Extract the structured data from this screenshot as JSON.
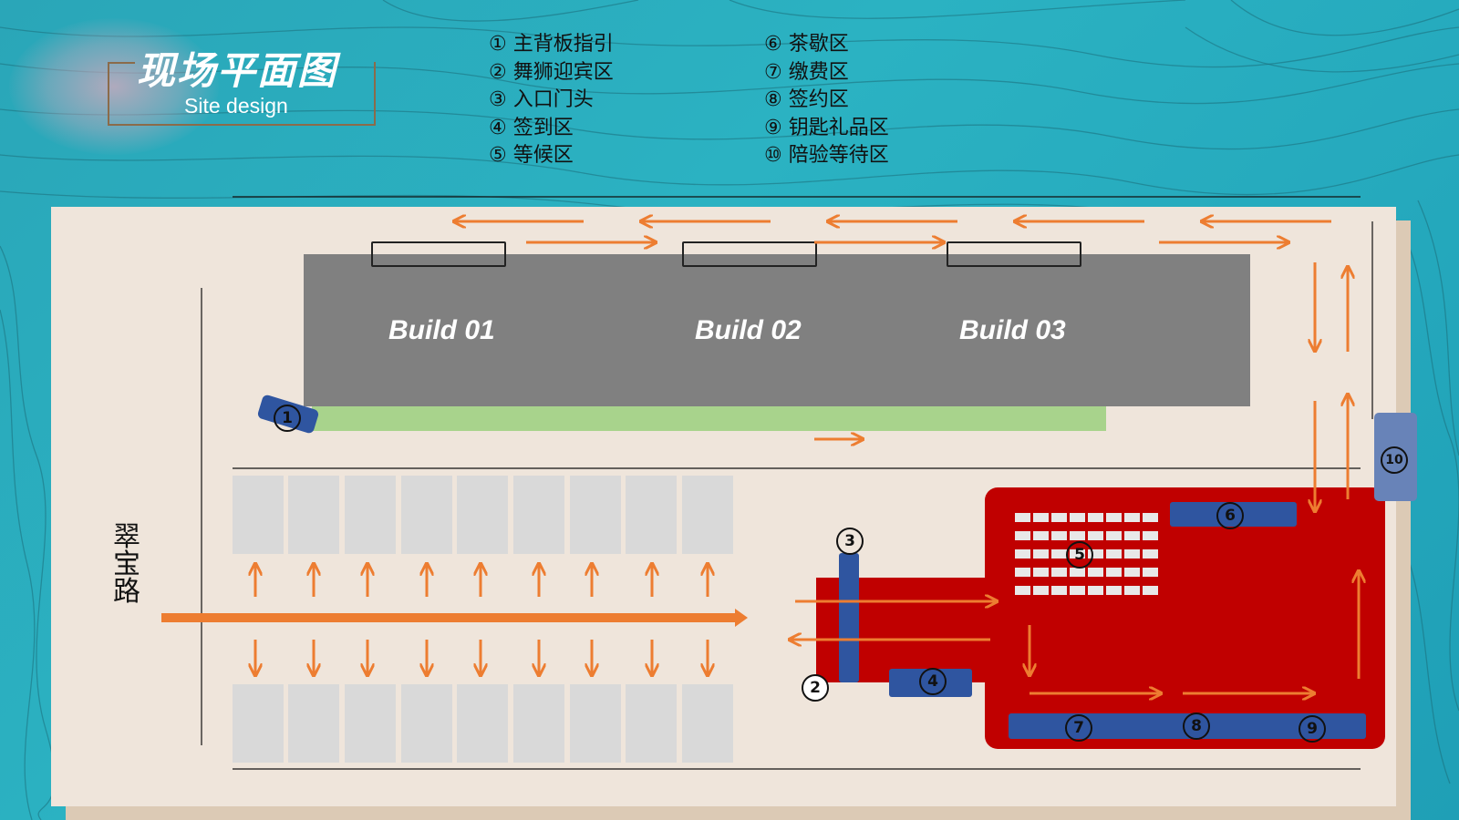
{
  "page": {
    "title_cn": "现场平面图",
    "title_en": "Site design"
  },
  "legend": {
    "left": [
      "① 主背板指引",
      "② 舞狮迎宾区",
      "③ 入口门头",
      "④ 签到区",
      "⑤ 等候区"
    ],
    "right": [
      "⑥ 茶歇区",
      "⑦ 缴费区",
      "⑧ 签约区",
      "⑨ 钥匙礼品区",
      "⑩ 陪验等待区"
    ]
  },
  "map": {
    "buildings": [
      "Build 01",
      "Build 02",
      "Build 03"
    ],
    "road_name": "翠宝路",
    "markers": {
      "m1": "1",
      "m2": "2",
      "m3": "3",
      "m4": "4",
      "m5": "5",
      "m6": "6",
      "m7": "7",
      "m8": "8",
      "m9": "9",
      "m10": "10"
    }
  },
  "colors": {
    "arrow": "#ed7d31",
    "zone_red": "#c00000",
    "zone_blue": "#2f55a0",
    "building": "#808080",
    "grass": "#a8d38c",
    "parking": "#d9d9d9",
    "sheet": "#efe5db"
  }
}
